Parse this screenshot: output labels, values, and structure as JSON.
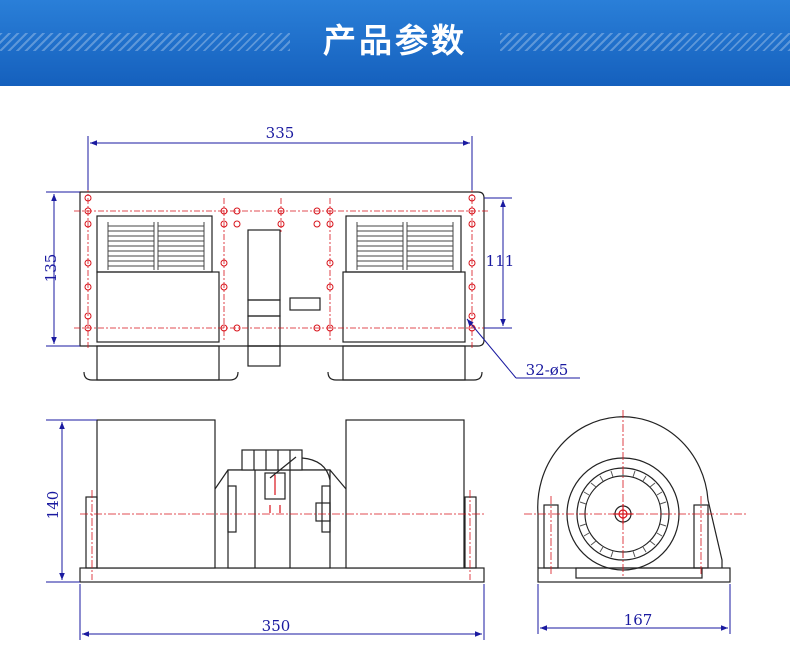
{
  "header": {
    "title": "产品参数",
    "colors": {
      "banner": "#1f6fd0",
      "dimension": "#1a1aa0",
      "centerline": "#d8131b",
      "outline": "#222222"
    }
  },
  "dimensions": {
    "top_width": "335",
    "top_height": "135",
    "hole_spacing": "111",
    "holes": "32-ø5",
    "front_height": "140",
    "front_width": "350",
    "side_width": "167"
  },
  "views": [
    "top-view",
    "front-view",
    "side-view"
  ]
}
